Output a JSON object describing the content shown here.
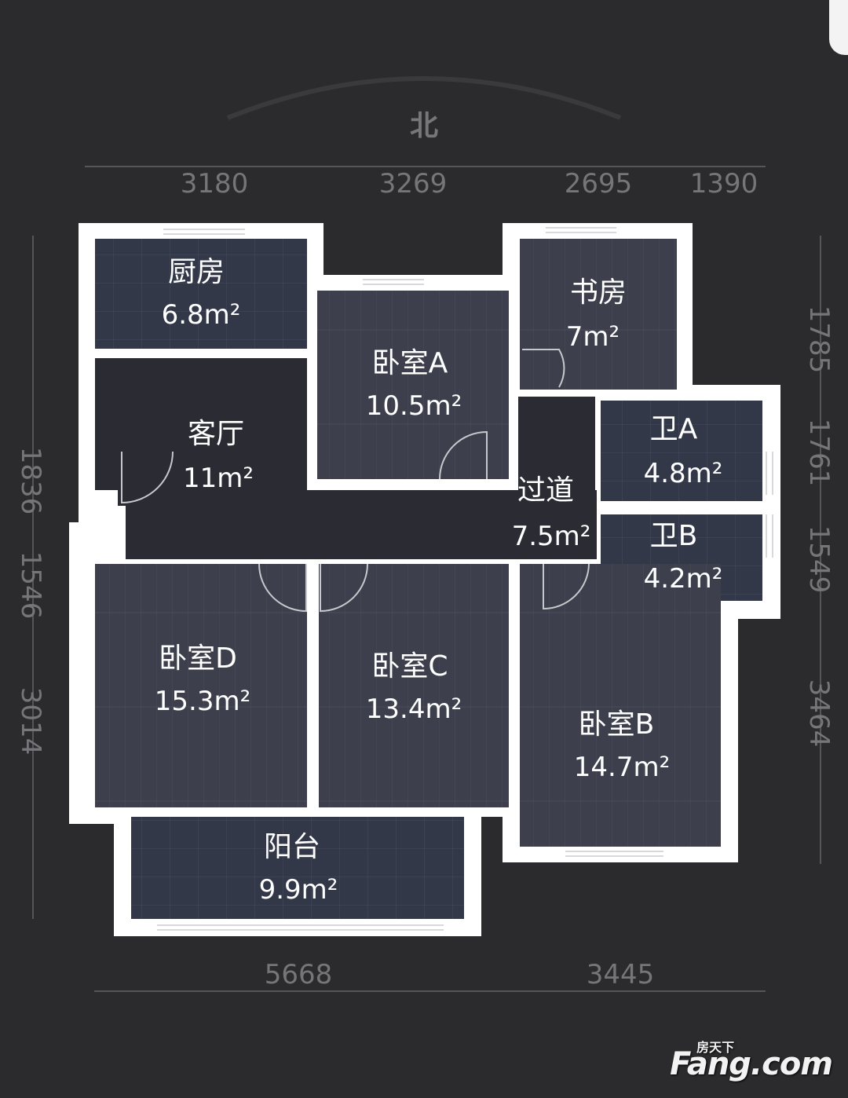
{
  "compass": {
    "label": "北"
  },
  "dimensions": {
    "top": [
      "3180",
      "3269",
      "2695",
      "1390"
    ],
    "bottom": [
      "5668",
      "3445"
    ],
    "left": [
      "1836",
      "1546",
      "3014"
    ],
    "right": [
      "1785",
      "1761",
      "1549",
      "3464"
    ]
  },
  "rooms": [
    {
      "id": "kitchen",
      "name": "厨房",
      "area": "6.8m²"
    },
    {
      "id": "bedroom-a",
      "name": "卧室A",
      "area": "10.5m²"
    },
    {
      "id": "study",
      "name": "书房",
      "area": "7m²"
    },
    {
      "id": "living",
      "name": "客厅",
      "area": "11m²"
    },
    {
      "id": "bath-a",
      "name": "卫A",
      "area": "4.8m²"
    },
    {
      "id": "corridor",
      "name": "过道",
      "area": "7.5m²"
    },
    {
      "id": "bath-b",
      "name": "卫B",
      "area": "4.2m²"
    },
    {
      "id": "bedroom-d",
      "name": "卧室D",
      "area": "15.3m²"
    },
    {
      "id": "bedroom-c",
      "name": "卧室C",
      "area": "13.4m²"
    },
    {
      "id": "bedroom-b",
      "name": "卧室B",
      "area": "14.7m²"
    },
    {
      "id": "balcony",
      "name": "阳台",
      "area": "9.9m²"
    }
  ],
  "watermark": {
    "brand": "Fang.com",
    "brand_cn": "房天下"
  },
  "colors": {
    "background": "#2b2b2d",
    "wall": "#ffffff",
    "room_floor": "#3b3e4a",
    "corridor_floor": "#2a2b33"
  }
}
